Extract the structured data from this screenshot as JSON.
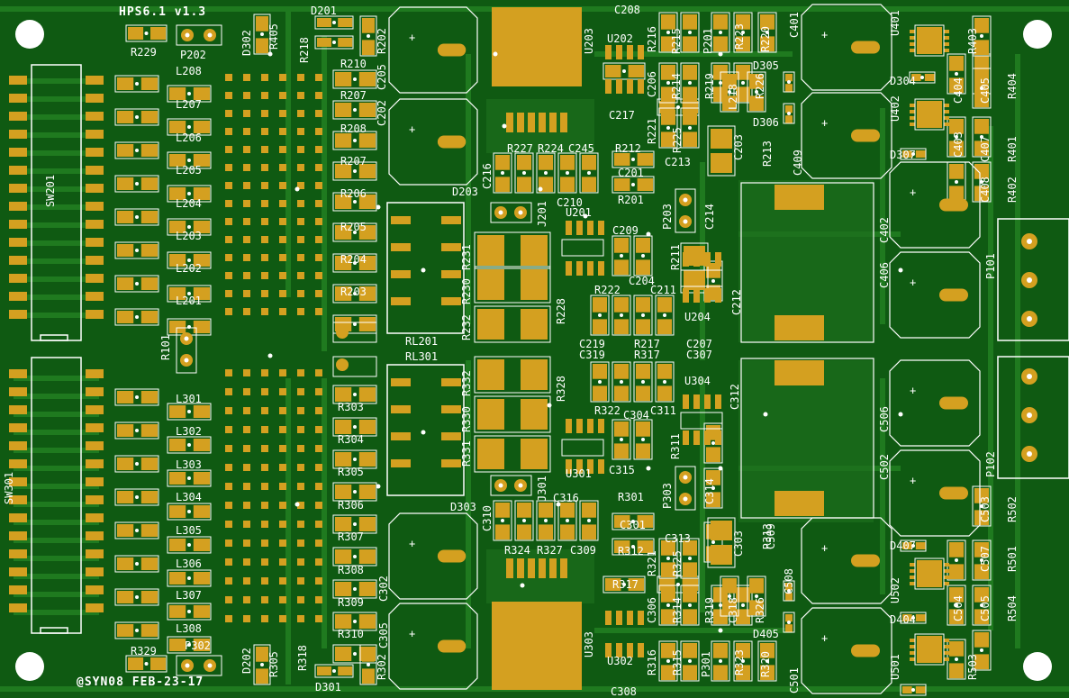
{
  "board": {
    "title": "HPS6.1 v1.3",
    "credit": "@SYN08 FEB-23-17",
    "colors": {
      "substrate": "#0f5a12",
      "copper": "#1c6e1c",
      "pad": "#d4a020",
      "silk": "#ffffff",
      "hole": "#ffffff"
    }
  },
  "labels": {
    "sw201": "SW201",
    "sw301": "SW301",
    "r229": "R229",
    "p202": "P202",
    "r329": "R329",
    "p302": "P302",
    "l208": "L208",
    "l207": "L207",
    "l206": "L206",
    "l205": "L205",
    "l204": "L204",
    "l203": "L203",
    "l202": "L202",
    "l201": "L201",
    "l301": "L301",
    "l302": "L302",
    "l303": "L303",
    "l304": "L304",
    "l305": "L305",
    "l306": "L306",
    "l307": "L307",
    "l308": "L308",
    "r101": "R101",
    "d302": "D302",
    "r405": "R405",
    "d201": "D201",
    "r218": "R218",
    "r202": "R202",
    "r210": "R210",
    "r207a": "R207",
    "r208": "R208",
    "r207b": "R207",
    "r206": "R206",
    "r205": "R205",
    "r204": "R204",
    "r203": "R203",
    "r303": "R303",
    "r304": "R304",
    "r305": "R305",
    "r306": "R306",
    "r307": "R307",
    "r308": "R308",
    "r309": "R309",
    "r310": "R310",
    "c205": "C205",
    "c202": "C202",
    "c302": "C302",
    "c305": "C305",
    "rl201": "RL201",
    "rl301": "RL301",
    "d203": "D203",
    "d303": "D303",
    "j201": "J201",
    "j301": "J301",
    "r231": "R231",
    "r230": "R230",
    "r232": "R232",
    "r332": "R332",
    "r330": "R330",
    "r331": "R331",
    "u203": "U203",
    "u303": "U303",
    "u202": "U202",
    "u302": "U302",
    "u201": "U201",
    "u301": "U301",
    "u204": "U204",
    "u304": "U304",
    "c208": "C208",
    "c217": "C217",
    "c216": "C216",
    "c210": "C210",
    "c209": "C209",
    "c211": "C211",
    "c212": "C212",
    "c213": "C213",
    "c214": "C214",
    "r227": "R227",
    "r224": "R224",
    "c245": "C245",
    "r212": "R212",
    "c201": "C201",
    "r201": "R201",
    "r216": "R216",
    "r215": "R215",
    "r214": "R214",
    "c206": "C206",
    "r225": "R225",
    "r219": "R219",
    "r226": "R226",
    "r213": "R213",
    "r221": "R221",
    "r223": "R223",
    "r220": "R220",
    "r211": "R211",
    "p201": "P201",
    "p203": "P203",
    "l218": "L218",
    "c203": "C203",
    "d305": "D305",
    "d306": "D306",
    "r222": "R222",
    "c204": "C204",
    "r228": "R228",
    "c219": "C219",
    "c207": "C207",
    "r217": "R217",
    "c319": "C319",
    "r317": "R317",
    "c307": "C307",
    "r328": "R328",
    "r322": "R322",
    "c304": "C304",
    "c311": "C311",
    "c312": "C312",
    "c315": "C315",
    "r311": "R311",
    "r301": "R301",
    "p303": "P303",
    "c314": "C314",
    "c310": "C310",
    "c316": "C316",
    "r324": "R324",
    "r327": "R327",
    "c309": "C309",
    "c301": "C301",
    "c313": "C313",
    "r312": "R312",
    "r325": "R325",
    "r321": "R321",
    "r317b": "R317",
    "r314": "R314",
    "c306": "C306",
    "r319": "R319",
    "c318": "C318",
    "r326": "R326",
    "r313": "R313",
    "c303": "C303",
    "r316": "R316",
    "r315": "R315",
    "p301": "P301",
    "r323": "R323",
    "r320": "R320",
    "c308": "C308",
    "c401": "C401",
    "u401": "U401",
    "r403": "R403",
    "d304": "D304",
    "c404": "C404",
    "c405": "C405",
    "r404": "R404",
    "u402": "U402",
    "c409": "C409",
    "d307": "D307",
    "c403": "C403",
    "c407": "C407",
    "r401": "R401",
    "c408": "C408",
    "r402": "R402",
    "c402": "C402",
    "c406": "C406",
    "p101": "P101",
    "p102": "P102",
    "c506": "C506",
    "c502": "C502",
    "c503": "C503",
    "r502": "R502",
    "c509": "C509",
    "d407": "D407",
    "c507": "C507",
    "r501": "R501",
    "u502": "U502",
    "c504": "C504",
    "c505": "C505",
    "r504": "R504",
    "d404": "D404",
    "c508": "C508",
    "d405": "D405",
    "u501": "U501",
    "r503": "R503",
    "c501": "C501",
    "d202": "D202",
    "r318": "R318",
    "d301": "D301",
    "r302": "R302"
  }
}
